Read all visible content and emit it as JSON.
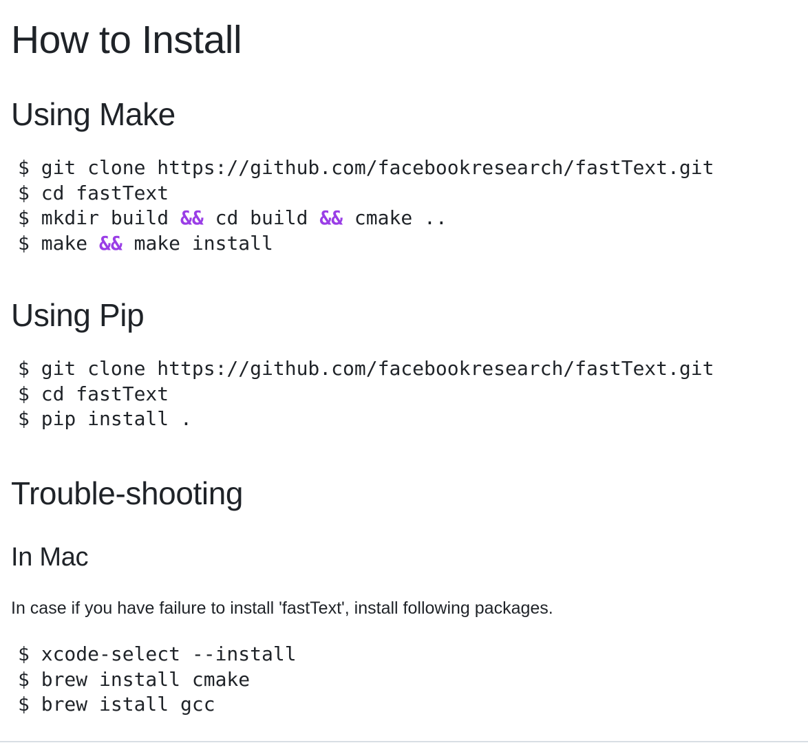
{
  "title": "How to Install",
  "sections": {
    "make": {
      "heading": "Using Make",
      "lines": [
        "$ git clone https://github.com/facebookresearch/fastText.git",
        "$ cd fastText",
        [
          "$ mkdir build ",
          "&&",
          " cd build ",
          "&&",
          " cmake .."
        ],
        [
          "$ make ",
          "&&",
          " make install"
        ]
      ]
    },
    "pip": {
      "heading": "Using Pip",
      "lines": [
        "$ git clone https://github.com/facebookresearch/fastText.git",
        "$ cd fastText",
        "$ pip install ."
      ]
    },
    "trouble": {
      "heading": "Trouble-shooting",
      "mac": {
        "heading": "In Mac",
        "note": "In case if you have failure to install 'fastText', install following packages.",
        "lines": [
          "$ xcode-select --install",
          "$ brew install cmake",
          "$ brew istall gcc"
        ]
      }
    }
  },
  "colors": {
    "text": "#1f2328",
    "operator": "#9a3ee6",
    "divider": "#d8dee4"
  }
}
